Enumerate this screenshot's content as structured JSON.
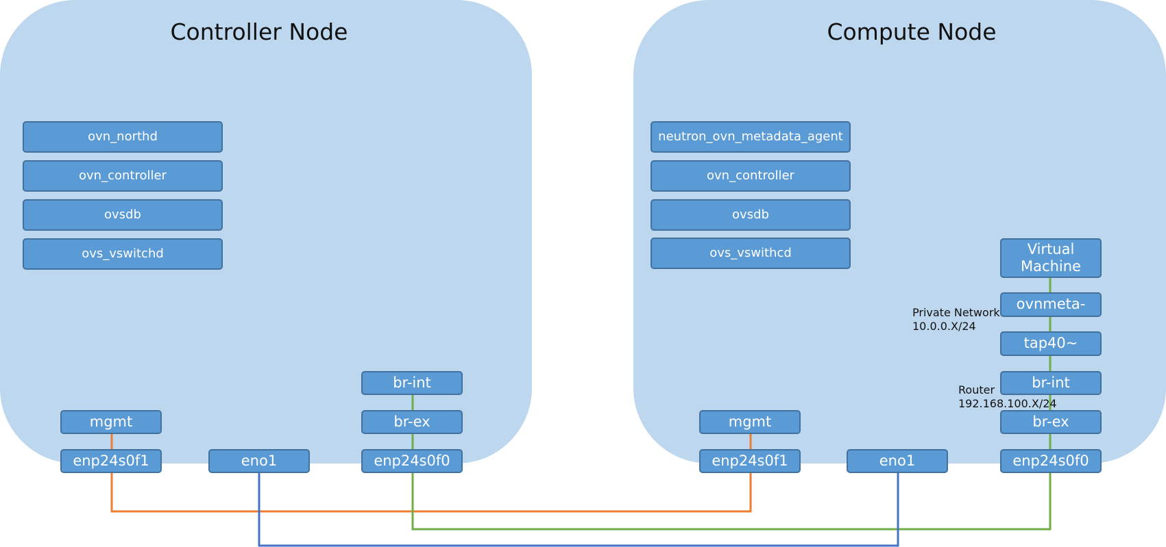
{
  "controller": {
    "title": "Controller Node",
    "services": [
      "ovn_northd",
      "ovn_controller",
      "ovsdb",
      "ovs_vswitchd"
    ],
    "mgmt": "mgmt",
    "nic_mgmt": "enp24s0f1",
    "nic_eno": "eno1",
    "br_int": "br-int",
    "br_ex": "br-ex",
    "nic_ext": "enp24s0f0"
  },
  "compute": {
    "title": "Compute Node",
    "services": [
      "neutron_ovn_metadata_agent",
      "ovn_controller",
      "ovsdb",
      "ovs_vswithcd"
    ],
    "vm_line1": "Virtual",
    "vm_line2": "Machine",
    "ovnmeta": "ovnmeta-",
    "tap": "tap40~",
    "br_int": "br-int",
    "br_ex": "br-ex",
    "mgmt": "mgmt",
    "nic_mgmt": "enp24s0f1",
    "nic_eno": "eno1",
    "nic_ext": "enp24s0f0",
    "private_network_label": "Private Network",
    "private_network_cidr": "10.0.0.X/24",
    "router_label": "Router",
    "router_cidr": "192.168.100.X/24"
  },
  "colors": {
    "node_bg": "#bdd7ee",
    "box_fill": "#5b9bd5",
    "box_border": "#41719c",
    "mgmt_link": "#ed7d31",
    "external_link": "#70ad47",
    "eno_link": "#4472c4"
  }
}
